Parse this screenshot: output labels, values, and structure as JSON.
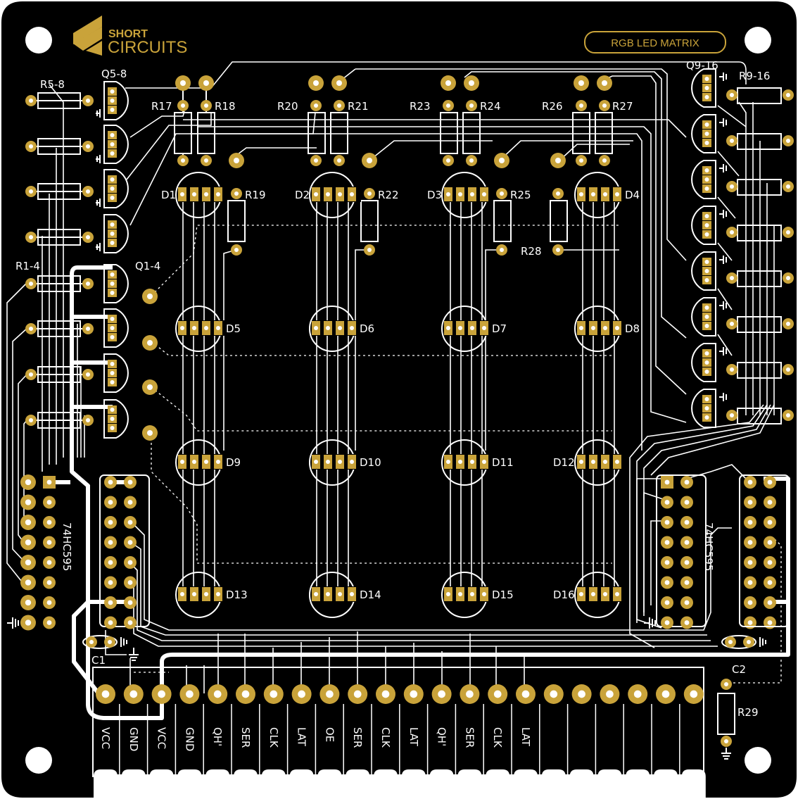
{
  "brand": {
    "line1": "SHORT",
    "line2": "CIRCUITS"
  },
  "board_title": "RGB LED MATRIX",
  "colors": {
    "board": "#000000",
    "silk": "#ffffff",
    "copper": "#c9a33a",
    "background": "#ffffff"
  },
  "resistors_top": [
    "R17",
    "R18",
    "R20",
    "R21",
    "R23",
    "R24",
    "R26",
    "R27"
  ],
  "resistors_mid": [
    "R19",
    "R22",
    "R25",
    "R28"
  ],
  "resistor_groups": {
    "left_top": "R5-8",
    "left_bottom": "R1-4",
    "right": "R9-16",
    "bottom_right": "R29"
  },
  "transistor_groups": {
    "left_top": "Q5-8",
    "left_bottom": "Q1-4",
    "right": "Q9-16"
  },
  "leds": [
    "D1",
    "D2",
    "D3",
    "D4",
    "D5",
    "D6",
    "D7",
    "D8",
    "D9",
    "D10",
    "D11",
    "D12",
    "D13",
    "D14",
    "D15",
    "D16"
  ],
  "ics": {
    "left": "74HC595",
    "right": "74HC595"
  },
  "capacitors": {
    "left": "C1",
    "right": "C2"
  },
  "header_pins": [
    "VCC",
    "GND",
    "VCC",
    "GND",
    "QH'",
    "SER",
    "CLK",
    "LAT",
    "OE",
    "SER",
    "CLK",
    "LAT",
    "QH'",
    "SER",
    "CLK",
    "LAT",
    "",
    "",
    "",
    "",
    "",
    ""
  ]
}
